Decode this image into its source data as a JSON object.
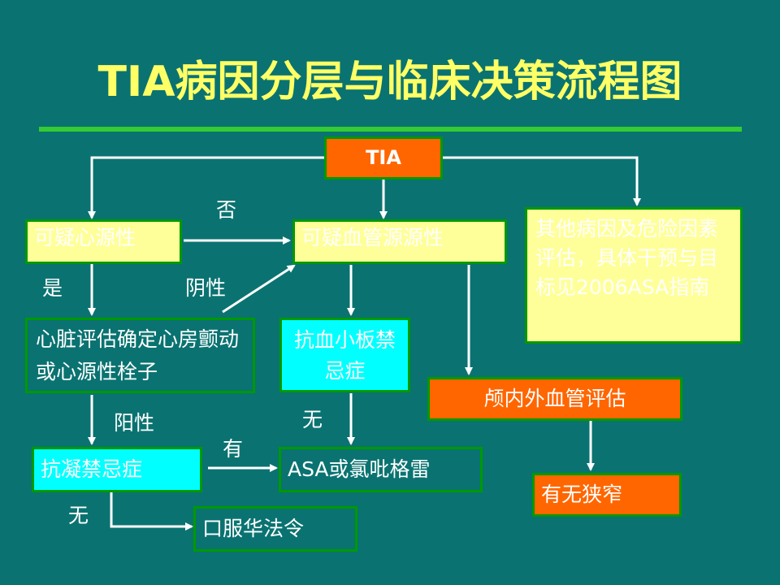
{
  "title": "TIA病因分层与临床决策流程图",
  "nodes": {
    "tia": "TIA",
    "cardiac_suspect": "可疑心源性",
    "vascular_suspect": "可疑血管源源性",
    "other_causes": "其他病因及危险因素评估，具体干预与目标见2006ASA指南",
    "cardiac_eval": "心脏评估确定心房颤动或心源性栓子",
    "antiplatelet_contra": "抗血小板禁忌症",
    "intracranial_eval": "颅内外血管评估",
    "anticoag_contra": "抗凝禁忌症",
    "asa_clopidogrel": "ASA或氯吡格雷",
    "stenosis": "有无狭窄",
    "warfarin": "口服华法令"
  },
  "labels": {
    "no": "否",
    "yes": "是",
    "negative": "阴性",
    "positive": "阳性",
    "none_1": "无",
    "has": "有",
    "none_2": "无"
  },
  "colors": {
    "background": "#0a7371",
    "title": "#ffff66",
    "rule": "#33cc33",
    "yellow_box": "#ffff99",
    "cyan_box": "#00ffff",
    "orange_box": "#ff6600",
    "border": "#009900"
  }
}
